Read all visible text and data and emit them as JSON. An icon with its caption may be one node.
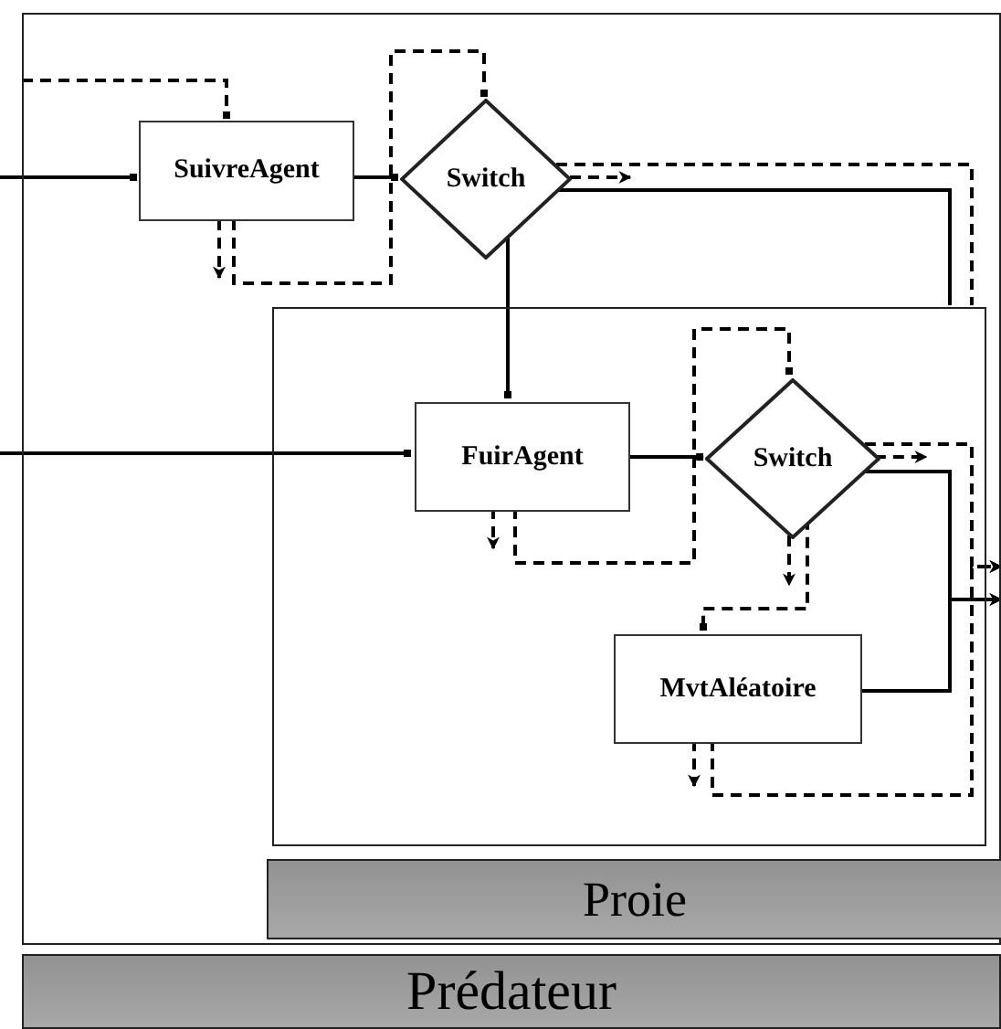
{
  "diagram": {
    "nodes": [
      {
        "text": [
          "Prédateur"
        ]
      },
      {
        "text": [
          "SuivreAgent"
        ],
        "in": 0
      },
      {
        "text": [
          "Switch"
        ],
        "in": 0
      },
      {
        "text": [
          "Proie"
        ],
        "in": 0
      },
      {
        "text": [
          "FuirAgent"
        ],
        "in": 3
      },
      {
        "text": [
          "Switch"
        ],
        "in": 3
      },
      {
        "text": [
          "MvtAléatoire"
        ],
        "in": 3
      }
    ],
    "edges": [
      {
        "from": null,
        "to": 1,
        "arrow": "other"
      },
      {
        "from": null,
        "to": 1,
        "arrow": "other",
        "style": "dashed"
      },
      {
        "from": 1,
        "to": null,
        "arrow": "to",
        "style": "dashed"
      },
      {
        "from": 1,
        "to": 2,
        "arrow": "other"
      },
      {
        "from": 1,
        "to": 2,
        "arrow": "other",
        "style": "dashed"
      },
      {
        "from": 2,
        "to": null,
        "arrow": "to",
        "style": "dashed"
      },
      {
        "from": 2,
        "to": 3,
        "arrow": "none"
      },
      {
        "from": 2,
        "to": 3,
        "arrow": "none",
        "style": "dashed"
      },
      {
        "from": 2,
        "to": 4,
        "arrow": "other"
      },
      {
        "from": null,
        "to": 4,
        "arrow": "other"
      },
      {
        "from": 4,
        "to": null,
        "arrow": "to",
        "style": "dashed"
      },
      {
        "from": 4,
        "to": 5,
        "arrow": "other"
      },
      {
        "from": 4,
        "to": 5,
        "arrow": "other",
        "style": "dashed"
      },
      {
        "from": 5,
        "to": null,
        "arrow": "to",
        "style": "dashed"
      },
      {
        "from": 5,
        "to": null,
        "arrow": "to",
        "style": "dashed"
      },
      {
        "from": 5,
        "to": 6,
        "arrow": "other",
        "style": "dashed"
      },
      {
        "from": 5,
        "to": null,
        "arrow": "to"
      },
      {
        "from": 5,
        "to": null,
        "arrow": "to",
        "style": "dashed"
      },
      {
        "from": 6,
        "to": null,
        "arrow": "to"
      },
      {
        "from": 6,
        "to": null,
        "arrow": "to",
        "style": "dashed"
      },
      {
        "from": 6,
        "to": null,
        "arrow": "to",
        "style": "dashed"
      }
    ]
  }
}
